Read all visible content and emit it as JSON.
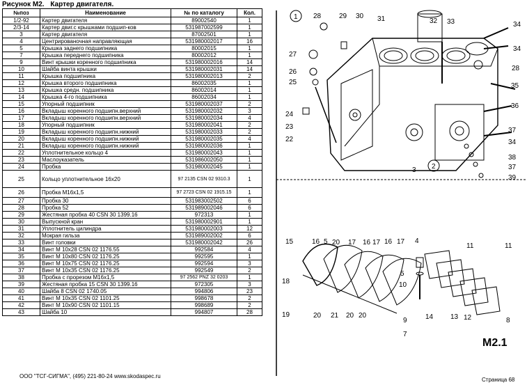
{
  "title": {
    "figure": "Рисунок М2.",
    "caption": "Картер двигателя."
  },
  "table": {
    "headers": [
      "№поз",
      "Наименование",
      "№ по каталогу",
      "Кол."
    ],
    "rows": [
      [
        "1/2-92",
        "Картер двигателя",
        "89002540",
        "1"
      ],
      [
        "2/3-14",
        "Картер двиг.с крышками подшип-ков",
        "531987002599",
        "1"
      ],
      [
        "3",
        "Картер двигателя",
        "87002501",
        "1"
      ],
      [
        "4",
        "Центрированочная направляющая",
        "531980002017",
        "16"
      ],
      [
        "5",
        "Крышка заднего подшипника",
        "80002015",
        "1"
      ],
      [
        "7",
        "Крышка переднего подшипника",
        "80002012",
        "1"
      ],
      [
        "9",
        "Винт крышки коренного подшипника",
        "531980002016",
        "14"
      ],
      [
        "10",
        "Шайба винта крышки",
        "531980002031",
        "14"
      ],
      [
        "11",
        "Крышка подшипника",
        "531980002013",
        "2"
      ],
      [
        "12",
        "Крышка второго подшипника",
        "86002035",
        "1"
      ],
      [
        "13",
        "Крышка средн. подшипника",
        "86002014",
        "1"
      ],
      [
        "14",
        "Крышка 4-го подшипника",
        "86002034",
        "1"
      ],
      [
        "15",
        "Упорный подшипник",
        "531980002037",
        "2"
      ],
      [
        "16",
        "Вкладыш коренного подшипн.верхний",
        "531980002032",
        "3"
      ],
      [
        "17",
        "Вкладыш коренного подшипн.верхний",
        "531980002034",
        "4"
      ],
      [
        "18",
        "Упорный подшипник",
        "531980002041",
        "2"
      ],
      [
        "19",
        "Вкладыш коренного подшипн.нижний",
        "531980002033",
        "2"
      ],
      [
        "20",
        "Вкладыш коренного подшипн.нижний",
        "531980002035",
        "4"
      ],
      [
        "21",
        "Вкладыш коренного подшипн.нижний",
        "531980002036",
        "1"
      ],
      [
        "22",
        "Уплотнительное кольцо 4",
        "531980002043",
        "1"
      ],
      [
        "23",
        "Маслоуказатель",
        "531986002050",
        "1"
      ],
      [
        "24",
        "Пробка",
        "531980002045",
        "1"
      ],
      [
        "25",
        "Кольцо уплотнительное 16х20",
        "97 2135 CSN 02 9310.3",
        "1"
      ],
      [
        "26",
        "Пробка М16х1,5",
        "97 2723 CSN 02 1915.15",
        "1"
      ],
      [
        "27",
        "Пробка 30",
        "531983002502",
        "6"
      ],
      [
        "28",
        "Пробка 52",
        "531989002046",
        "6"
      ],
      [
        "29",
        "Жестяная пробка 40 CSN 30 1399.16",
        "972313",
        "1"
      ],
      [
        "30",
        "Выпускной кран",
        "531980002901",
        "1"
      ],
      [
        "31",
        "Уплотнитель цилиндра",
        "531980002003",
        "12"
      ],
      [
        "32",
        "Мокрая гильза",
        "531989002002",
        "6"
      ],
      [
        "33",
        "Винт головки",
        "531980002042",
        "26"
      ],
      [
        "34",
        "Винт М 10х28 CSN 02 1176.55",
        "992584",
        "4"
      ],
      [
        "35",
        "Винт М 10х80 CSN 02 1176.25",
        "992595",
        "1"
      ],
      [
        "36",
        "Винт М 10х75 CSN 02 1176.25",
        "992594",
        "3"
      ],
      [
        "37",
        "Винт М 10х35 CSN 02 1176.25",
        "992549",
        "2"
      ],
      [
        "38",
        "Пробка с прорезом М16х1,5",
        "97 2562 PNZ 32 0203",
        "1"
      ],
      [
        "39",
        "Жестяная пробка 15 CSN 30 1399.16",
        "972305",
        "3"
      ],
      [
        "40",
        "Шайба 8 CSN 02 1740.05",
        "994806",
        "23"
      ],
      [
        "41",
        "Винт М 10х35 CSN 02 1101.25",
        "998678",
        "2"
      ],
      [
        "42",
        "Винт М 10х90 CSN 02 1101.15",
        "998689",
        "2"
      ],
      [
        "43",
        "Шайба 10",
        "994807",
        "28"
      ]
    ]
  },
  "drawing": {
    "top_callouts": [
      "1",
      "28",
      "29",
      "30",
      "31",
      "32",
      "33",
      "34",
      "34",
      "28",
      "27",
      "26",
      "25",
      "35",
      "36",
      "24",
      "23",
      "22",
      "37",
      "34",
      "38",
      "37",
      "39",
      "3",
      "2"
    ],
    "bottom_callouts": [
      "15",
      "16",
      "5",
      "20",
      "17",
      "16",
      "17",
      "16",
      "17",
      "18",
      "19",
      "20",
      "21",
      "20",
      "20",
      "4",
      "5",
      "10",
      "11",
      "11",
      "9",
      "7",
      "14",
      "13",
      "12",
      "8"
    ],
    "label": "M2.1"
  },
  "footer": "ООО \"ТСГ-СИГМА\", (495) 221-80-24 www.skodaspec.ru",
  "page": "Страница 68"
}
